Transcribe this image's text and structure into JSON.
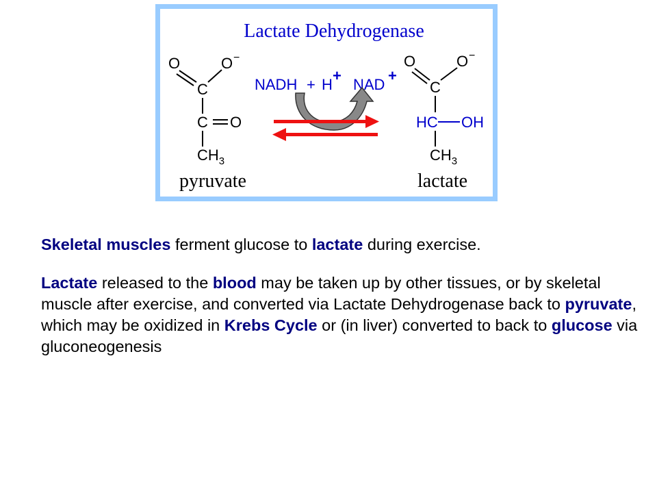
{
  "diagram": {
    "title": "Lactate Dehydrogenase",
    "colors": {
      "border": "#99ccff",
      "structure": "#000000",
      "cofactor": "#0000cc",
      "arrow_red": "#ee1111",
      "curve_arrow": "#888888"
    },
    "pyruvate": {
      "o_left": "O",
      "o_minus": "O",
      "minus_1": "−",
      "c_carboxyl": "C",
      "c_keto": "C",
      "o_keto": "O",
      "ch": "CH",
      "sub_3": "3",
      "name": "pyruvate"
    },
    "lactate": {
      "o_left": "O",
      "o_minus": "O",
      "minus_1": "−",
      "c_carboxyl": "C",
      "hc": "HC",
      "oh": "OH",
      "ch": "CH",
      "sub_3": "3",
      "name": "lactate"
    },
    "cofactors": {
      "nadh": "NADH",
      "plus": "+",
      "h": "H",
      "h_charge": "+",
      "nad": "NAD",
      "nad_charge": "+"
    }
  },
  "text": {
    "p1": {
      "b1": "Skeletal muscles",
      "t1": " ferment glucose to ",
      "b2": "lactate",
      "t2": " during exercise."
    },
    "p2": {
      "b1": "Lactate",
      "t1": " released to the ",
      "b2": "blood",
      "t2": " may be taken up by other tissues, or by skeletal muscle after exercise, and converted via Lactate Dehydrogenase back to ",
      "b3": "pyruvate",
      "t3": ", which may be oxidized in ",
      "b4": "Krebs Cycle",
      "t4": " or (in liver) converted to back to ",
      "b5": "glucose",
      "t5": " via gluconeogenesis"
    }
  }
}
